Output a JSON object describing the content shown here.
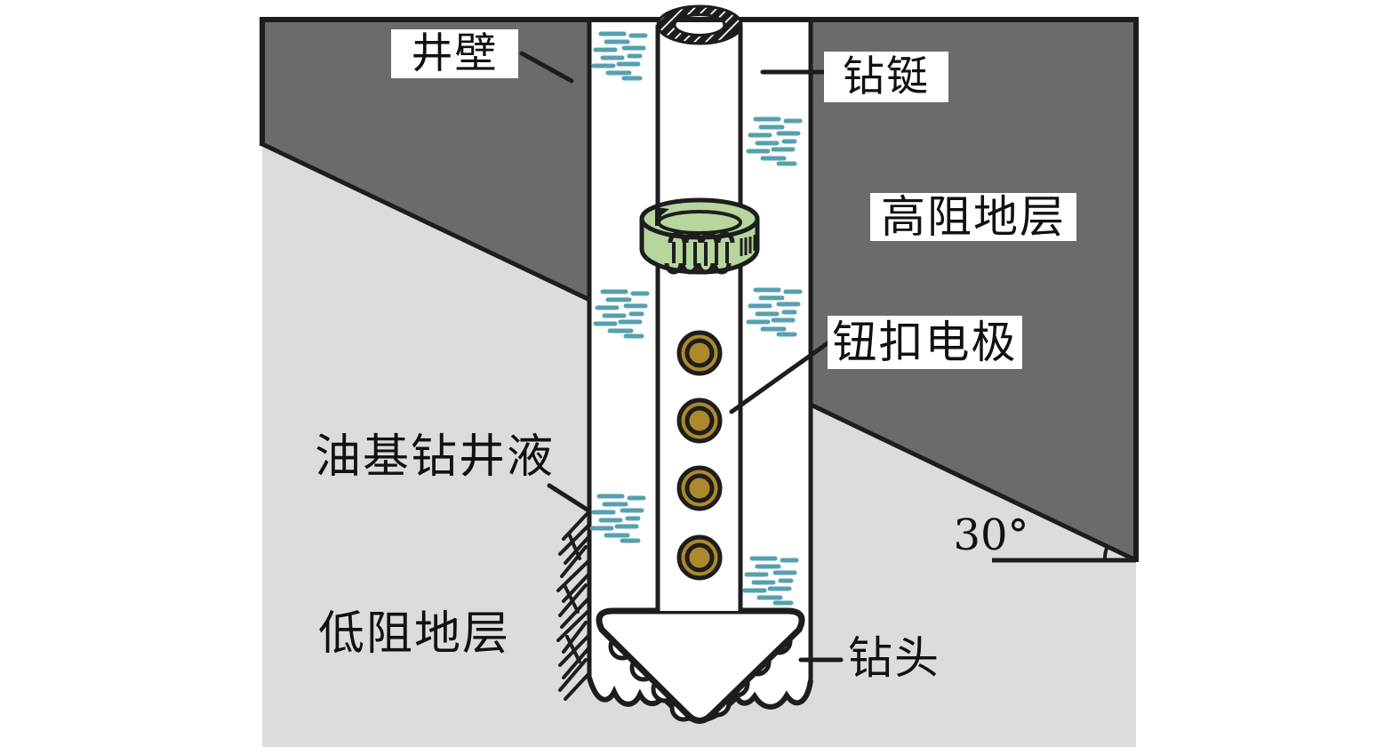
{
  "colors": {
    "formation-dark": "#6b6b6b",
    "formation-light": "#dcdcdc",
    "outline": "#1d1d1d",
    "mud-teal": "#57a0ae",
    "coil-green": "#b6d69d",
    "electrode-gold": "#ac8a2c",
    "borehole-white": "#ffffff"
  },
  "labels": {
    "borehole_wall": "井壁",
    "drill_collar": "钻铤",
    "high_resistivity_formation": "高阻地层",
    "button_electrode": "钮扣电极",
    "oil_based_drilling_fluid": "油基钻井液",
    "dip_angle": "30°",
    "low_resistivity_formation": "低阻地层",
    "drill_bit": "钻头"
  }
}
